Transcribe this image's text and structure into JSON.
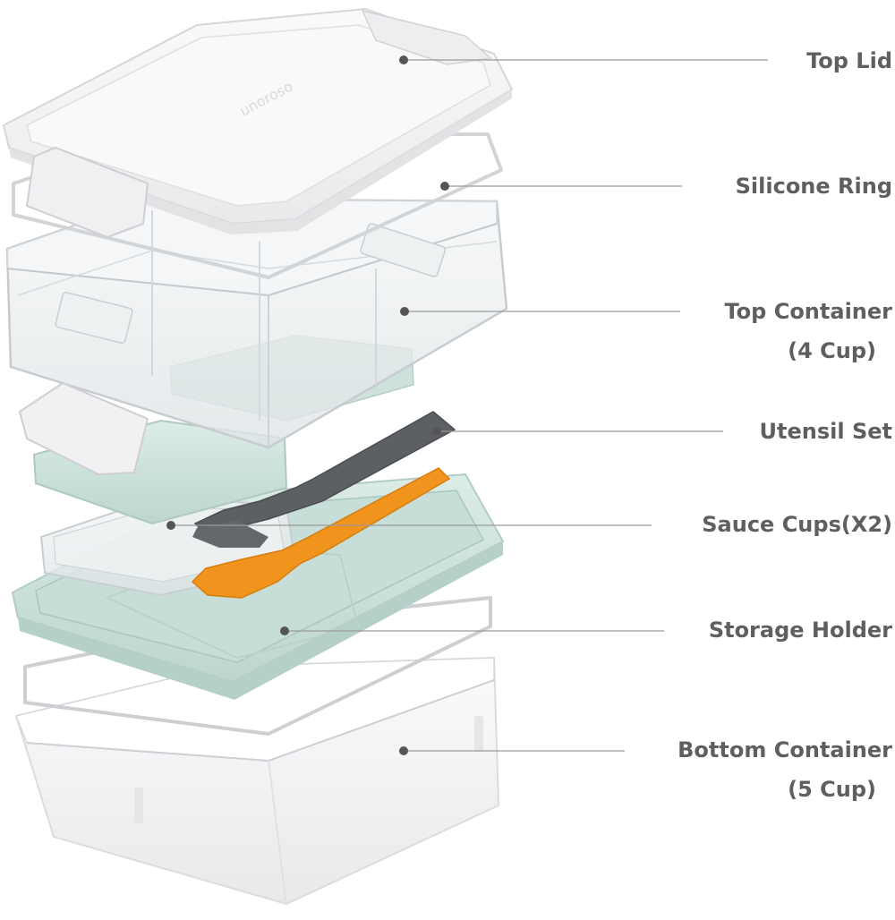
{
  "diagram": {
    "parts": [
      {
        "id": "top-lid",
        "lines": [
          "Top Lid"
        ]
      },
      {
        "id": "silicone-ring",
        "lines": [
          "Silicone Ring"
        ]
      },
      {
        "id": "top-container",
        "lines": [
          "Top Container",
          "(4 Cup)"
        ]
      },
      {
        "id": "utensil-set",
        "lines": [
          "Utensil Set"
        ]
      },
      {
        "id": "sauce-cups",
        "lines": [
          "Sauce Cups(X2)"
        ]
      },
      {
        "id": "storage-holder",
        "lines": [
          "Storage Holder"
        ]
      },
      {
        "id": "bottom-container",
        "lines": [
          "Bottom Container",
          "(5 Cup)"
        ]
      }
    ],
    "lid_logo_text": "unoroso",
    "colors": {
      "label_text": "#5f5f5f",
      "leader_line": "#9a9a9a",
      "lid": "#f4f4f5",
      "clear_plastic": "#e9ecee",
      "mint": "#cfe3dd",
      "utensil_gray": "#5c5f63",
      "utensil_orange": "#f0941e",
      "bottom_container": "#f6f6f7"
    }
  }
}
